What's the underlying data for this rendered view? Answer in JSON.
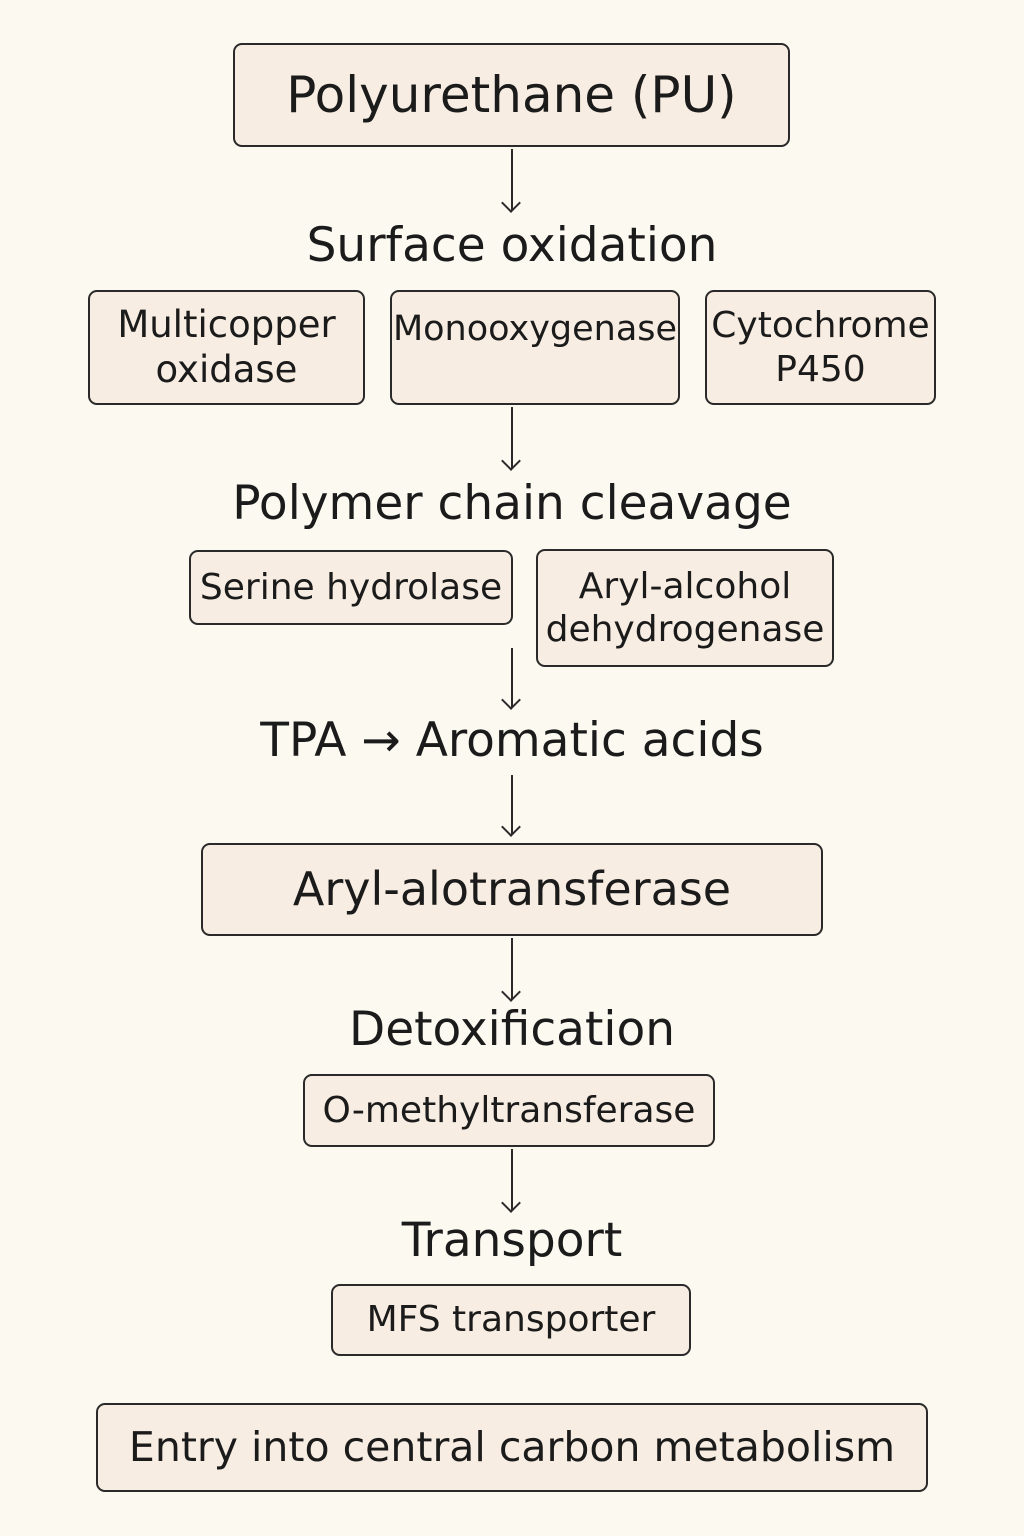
{
  "start": {
    "label": "Polyurethane (PU)"
  },
  "stages": {
    "surface_oxidation": {
      "title": "Surface oxidation",
      "enzymes": [
        {
          "line1": "Multicopper",
          "line2": "oxidase"
        },
        {
          "line1": "Monooxygenase"
        },
        {
          "line1": "Cytochrome",
          "line2": "P450"
        }
      ]
    },
    "chain_cleavage": {
      "title": "Polymer chain cleavage",
      "enzymes": [
        {
          "line1": "Serine hydrolase"
        },
        {
          "line1": "Aryl-alcohol",
          "line2": "dehydrogenase"
        }
      ]
    },
    "tpa": {
      "title": "TPA → Aromatic acids"
    },
    "transferase": {
      "label": "Aryl-alotransferase"
    },
    "detoxification": {
      "title": "Detoxification",
      "enzyme": "O-methyltransferase"
    },
    "transport": {
      "title": "Transport",
      "enzyme": "MFS transporter"
    }
  },
  "end": {
    "label": "Entry into central carbon metabolism"
  }
}
